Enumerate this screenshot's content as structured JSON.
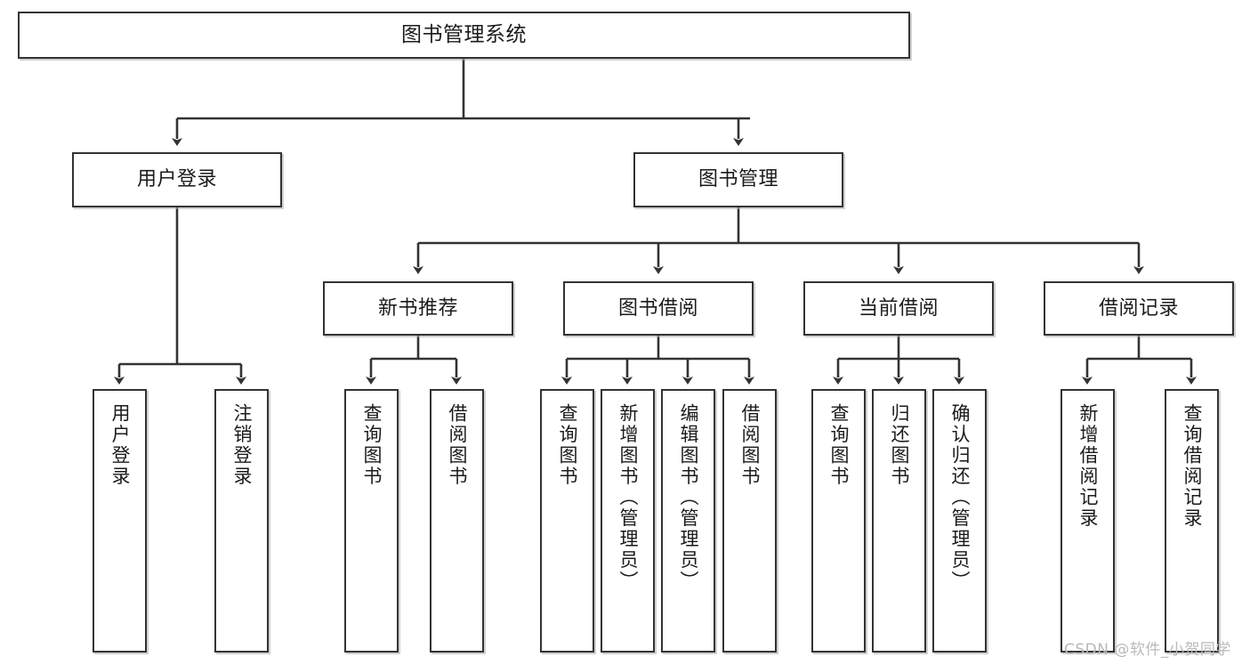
{
  "diagram": {
    "type": "tree-hierarchy-chart",
    "title_text": "图书管理系统",
    "watermark": "CSDN @软件_小贺同学",
    "colors": {
      "box_border": "#333333",
      "box_fill": "#ffffff",
      "edge": "#333333",
      "text": "#1b1b1b",
      "watermark": "#b9b9b9",
      "background": "#ffffff"
    },
    "levels": {
      "level1": [
        "图书管理系统"
      ],
      "level2": [
        "用户登录",
        "图书管理"
      ],
      "level3": [
        "新书推荐",
        "图书借阅",
        "当前借阅",
        "借阅记录"
      ],
      "level4": [
        "用户登录",
        "注销登录",
        "查询图书",
        "借阅图书",
        "查询图书",
        "新增图书（管理员）",
        "编辑图书（管理员）",
        "借阅图书",
        "查询图书",
        "归还图书",
        "确认归还（管理员）",
        "新增借阅记录",
        "查询借阅记录"
      ]
    },
    "nodes": {
      "root": {
        "label": "图书管理系统"
      },
      "user_login": {
        "label": "用户登录"
      },
      "book_manage": {
        "label": "图书管理"
      },
      "new_book_rec": {
        "label": "新书推荐"
      },
      "book_borrow": {
        "label": "图书借阅"
      },
      "current_borrow": {
        "label": "当前借阅"
      },
      "borrow_record": {
        "label": "借阅记录"
      },
      "leaf_user_login": {
        "label": "用户登录"
      },
      "leaf_logout": {
        "label": "注销登录"
      },
      "leaf_query_book_1": {
        "label": "查询图书"
      },
      "leaf_borrow_book_1": {
        "label": "借阅图书"
      },
      "leaf_query_book_2": {
        "label": "查询图书"
      },
      "leaf_add_book": {
        "label": "新增图书（管理员）"
      },
      "leaf_edit_book": {
        "label": "编辑图书（管理员）"
      },
      "leaf_borrow_book_2": {
        "label": "借阅图书"
      },
      "leaf_query_book_3": {
        "label": "查询图书"
      },
      "leaf_return_book": {
        "label": "归还图书"
      },
      "leaf_confirm_return": {
        "label": "确认归还（管理员）"
      },
      "leaf_add_record": {
        "label": "新增借阅记录"
      },
      "leaf_query_record": {
        "label": "查询借阅记录"
      }
    },
    "edges": [
      {
        "from": "root",
        "to": "user_login"
      },
      {
        "from": "root",
        "to": "book_manage"
      },
      {
        "from": "user_login",
        "to": "leaf_user_login"
      },
      {
        "from": "user_login",
        "to": "leaf_logout"
      },
      {
        "from": "book_manage",
        "to": "new_book_rec"
      },
      {
        "from": "book_manage",
        "to": "book_borrow"
      },
      {
        "from": "book_manage",
        "to": "current_borrow"
      },
      {
        "from": "book_manage",
        "to": "borrow_record"
      },
      {
        "from": "new_book_rec",
        "to": "leaf_query_book_1"
      },
      {
        "from": "new_book_rec",
        "to": "leaf_borrow_book_1"
      },
      {
        "from": "book_borrow",
        "to": "leaf_query_book_2"
      },
      {
        "from": "book_borrow",
        "to": "leaf_add_book"
      },
      {
        "from": "book_borrow",
        "to": "leaf_edit_book"
      },
      {
        "from": "book_borrow",
        "to": "leaf_borrow_book_2"
      },
      {
        "from": "current_borrow",
        "to": "leaf_query_book_3"
      },
      {
        "from": "current_borrow",
        "to": "leaf_return_book"
      },
      {
        "from": "current_borrow",
        "to": "leaf_confirm_return"
      },
      {
        "from": "borrow_record",
        "to": "leaf_add_record"
      },
      {
        "from": "borrow_record",
        "to": "leaf_query_record"
      }
    ]
  }
}
